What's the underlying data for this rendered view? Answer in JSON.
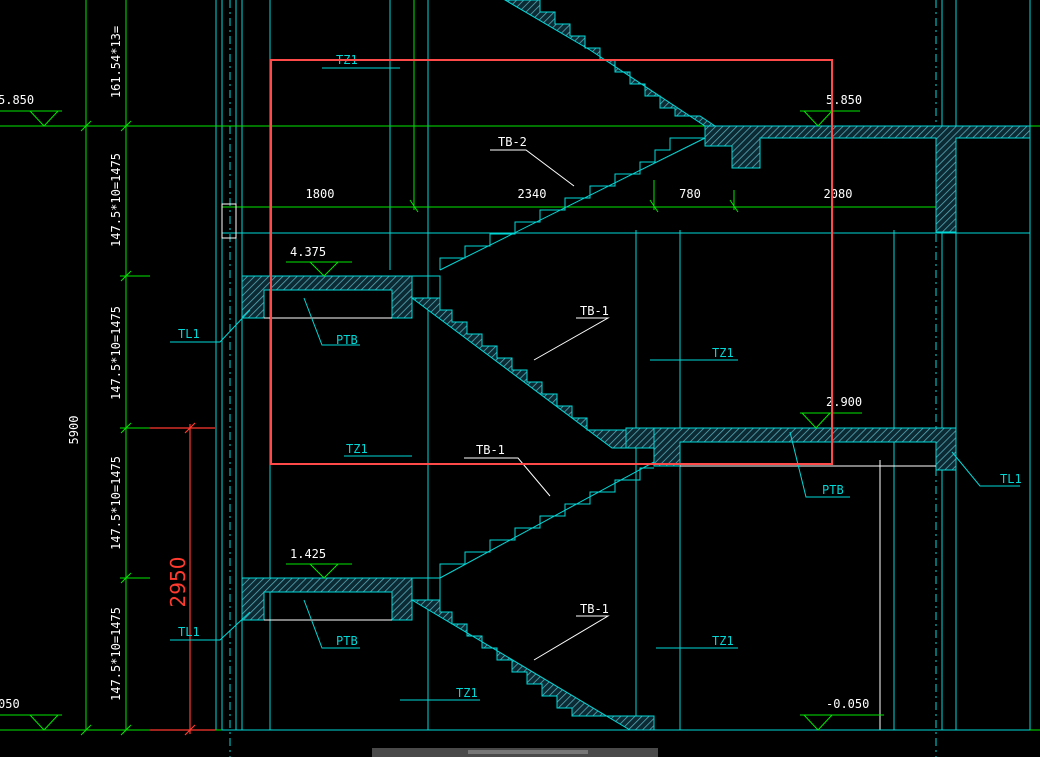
{
  "colors": {
    "background": "#000000",
    "line_cyan": "#00d8d8",
    "line_green": "#00e600",
    "line_white": "#ffffff",
    "line_red": "#ff3b2f",
    "selection_box": "#ff4a4a",
    "concrete": "#5aa9b8"
  },
  "elevations": {
    "top_left": "5.850",
    "top_right": "5.850",
    "landing_upper": "4.375",
    "landing_mid": "2.900",
    "landing_lower": "1.425",
    "bottom_left": "050",
    "bottom_right": "-0.050"
  },
  "dimensions": {
    "seg_1800": "1800",
    "seg_2340": "2340",
    "seg_780": "780",
    "seg_2080": "2080",
    "total_height": "5900",
    "red_height": "2950",
    "riser_top": "161.54*13=",
    "riser_1": "147.5*10=1475",
    "riser_2": "147.5*10=1475",
    "riser_3": "147.5*10=1475",
    "riser_4": "147.5*10=1475"
  },
  "labels": {
    "tz1_top": "TZ1",
    "tb2": "TB-2",
    "tl1_left_upper": "TL1",
    "ptb_upper": "PTB",
    "tb1_upper": "TB-1",
    "tz1_right_upper": "TZ1",
    "tz1_mid": "TZ1",
    "tb1_mid": "TB-1",
    "ptb_right": "PTB",
    "tl1_right": "TL1",
    "tl1_left_lower": "TL1",
    "ptb_lower": "PTB",
    "tb1_lower": "TB-1",
    "tz1_right_lower": "TZ1",
    "tz1_bottom": "TZ1"
  }
}
